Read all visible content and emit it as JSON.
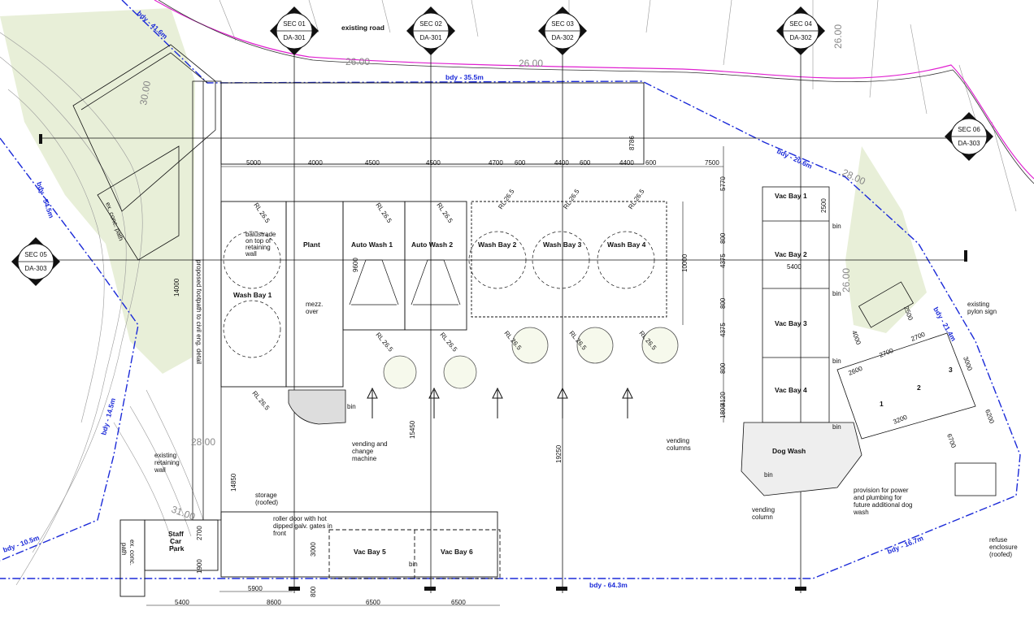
{
  "road_label": "existing road",
  "sections": [
    {
      "id": "SEC 01",
      "sheet": "DA-301"
    },
    {
      "id": "SEC 02",
      "sheet": "DA-301"
    },
    {
      "id": "SEC 03",
      "sheet": "DA-302"
    },
    {
      "id": "SEC 04",
      "sheet": "DA-302"
    },
    {
      "id": "SEC 05",
      "sheet": "DA-303"
    },
    {
      "id": "SEC 06",
      "sheet": "DA-303"
    }
  ],
  "boundaries": {
    "b1": "bdy - 41.6m",
    "b2": "bdy - 35.5m",
    "b3": "bdy - 20.6m",
    "b4": "bdy - 54.5m",
    "b5": "bdy - 14.5m",
    "b6": "bdy - 10.5m",
    "b7": "bdy - 21.4m",
    "b8": "bdy - 16.7m",
    "b9": "bdy - 64.3m"
  },
  "contours": [
    "30.00",
    "26.00",
    "26.00",
    "26.00",
    "26.00",
    "28.00",
    "28.00",
    "31.00"
  ],
  "bays": {
    "plant": "Plant",
    "auto1": "Auto Wash 1",
    "auto2": "Auto Wash 2",
    "wash1": "Wash Bay 1",
    "wash2": "Wash Bay 2",
    "wash3": "Wash Bay 3",
    "wash4": "Wash Bay 4",
    "vac1": "Vac Bay 1",
    "vac2": "Vac Bay 2",
    "vac3": "Vac Bay 3",
    "vac4": "Vac Bay 4",
    "vac5": "Vac Bay 5",
    "vac6": "Vac Bay 6",
    "dog": "Dog Wash",
    "staff1": "Staff",
    "staff2": "Car",
    "staff3": "Park"
  },
  "rl": [
    "RL 26.5",
    "RL 26.5",
    "RL 26.5",
    "RL 26.5",
    "RL 26.5",
    "RL 26.5",
    "RL 26.5",
    "RL 26.5",
    "RL 26.5",
    "RL 26.5",
    "RL 26.5",
    "RL 26.5"
  ],
  "notes": {
    "balustrade": [
      "balustrade",
      "on top of",
      "retaining",
      "wall"
    ],
    "mezz": [
      "mezz.",
      "over"
    ],
    "footpath": "proposed footpath to civil eng. detail",
    "vending_change": [
      "vending and",
      "change",
      "machine"
    ],
    "vending_columns": [
      "vending",
      "columns"
    ],
    "vending_column": [
      "vending",
      "column"
    ],
    "provision": [
      "provision for power",
      "and plumbing for",
      "future additional dog",
      "wash"
    ],
    "pylon": [
      "existing",
      "pylon sign"
    ],
    "refuse": [
      "refuse",
      "enclosure",
      "(roofed)"
    ],
    "storage": [
      "storage",
      "(roofed)"
    ],
    "roller": [
      "roller door with hot",
      "dipped galv. gates in",
      "front"
    ],
    "retaining": [
      "existing",
      "retaining",
      "wall"
    ],
    "exconc1": [
      "ex. conc.",
      "path"
    ],
    "exconc2": [
      "ex. conc.",
      "path"
    ],
    "bin": "bin"
  },
  "dims_top": [
    "5000",
    "4000",
    "4500",
    "4500",
    "4700",
    "600",
    "4400",
    "600",
    "4400",
    "600",
    "7500"
  ],
  "dims_misc": [
    "8786",
    "5770",
    "2500",
    "800",
    "4375",
    "5400",
    "800",
    "4375",
    "800",
    "4120",
    "1800",
    "14000",
    "9600",
    "10000",
    "15450",
    "19250",
    "14850",
    "2700",
    "3000",
    "1900",
    "800",
    "5900",
    "5400",
    "8600",
    "6500",
    "6500",
    "2600",
    "2700",
    "2700",
    "3200",
    "6700",
    "6200",
    "3000",
    "2500",
    "4000"
  ],
  "enclosure_nums": [
    "1",
    "2",
    "3"
  ],
  "colors": {
    "boundary": "#1b2ad8",
    "road_edge": "#e020d0",
    "vegetation": "#e8efd8",
    "line": "#111111"
  }
}
